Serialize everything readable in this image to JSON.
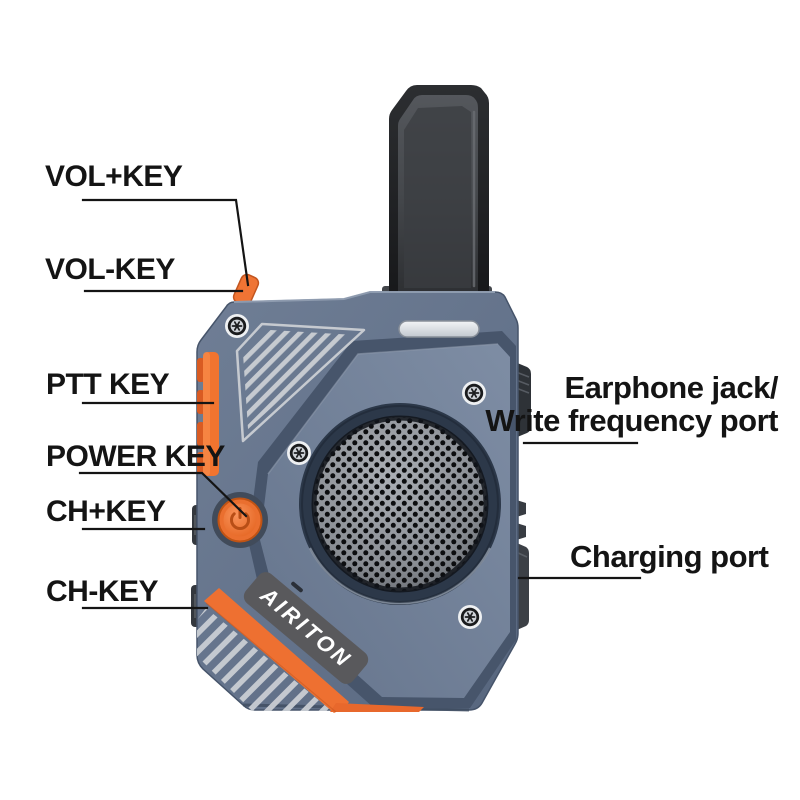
{
  "device": {
    "brand": "AIRITON"
  },
  "labels": {
    "vol_plus": "VOL+KEY",
    "vol_minus": "VOL-KEY",
    "ptt": "PTT KEY",
    "power": "POWER KEY",
    "ch_plus": "CH+KEY",
    "ch_minus": "CH-KEY",
    "earphone_line1": "Earphone jack/",
    "earphone_line2": "Write frequency port",
    "charging": "Charging port"
  },
  "icons": {
    "power_button": "power-symbol",
    "screws": "torx-screw"
  },
  "colors": {
    "background": "#ffffff",
    "body": "#64738b",
    "face_plate": "#75849b",
    "recess": "#47556b",
    "accent_orange": "#ee7031",
    "antenna_dark": "#202225",
    "banner_gray": "#59595c",
    "label_text": "#141414",
    "grille_metal": "#9a9ea4",
    "leader_line": "#141414"
  }
}
